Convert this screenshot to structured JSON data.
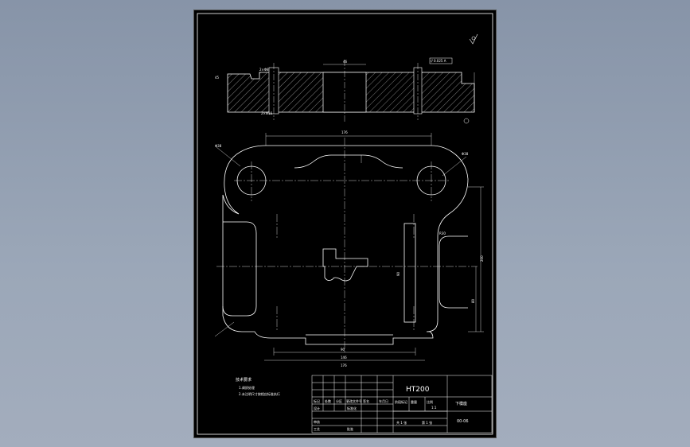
{
  "dimensions": {
    "top_width": "176",
    "bore_width": "46",
    "right_vertical": "200",
    "inner_vertical": "80",
    "left_hole_dia": "Φ38",
    "right_hole_dia": "Φ38",
    "bottom_slot": "90",
    "bottom_inner": "146",
    "bottom_overall": "176",
    "height_dim": "45",
    "slot_height": "90",
    "hole_label": "2×Φ16",
    "radius_note": "R30",
    "callout_1": "2×Φ8",
    "tolerance_frame": "// 0.025 A"
  },
  "notes": {
    "title": "技术要求",
    "item1": "1.调质处理",
    "item2": "2.未注明尺寸按相应标准执行"
  },
  "title_block": {
    "material": "HT200",
    "part_name": "下模座",
    "drawing_no": "00-06",
    "scale": "1:1",
    "count": "1",
    "label_mark": "标记",
    "label_qty": "处数",
    "label_zone": "分区",
    "label_change_doc": "更改文件号",
    "label_sign": "签名",
    "label_date": "年月日",
    "label_design": "设计",
    "label_standard": "标准化",
    "label_stage": "阶段标记",
    "label_weight": "重量",
    "label_scale": "比例",
    "label_review": "审核",
    "label_process": "工艺",
    "label_approve": "批准",
    "sheet_total": "共 1 张",
    "sheet_no": "第 1 张"
  }
}
